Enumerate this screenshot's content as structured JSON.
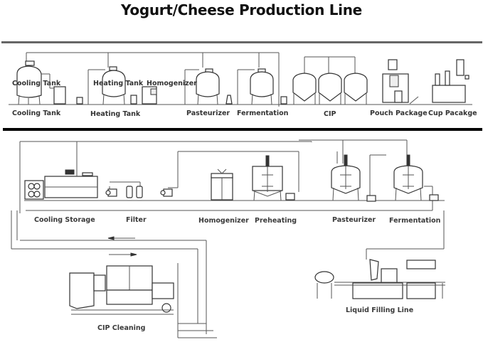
{
  "title": "Yogurt/Cheese Production Line",
  "top_section": {
    "overlay_labels": [
      "Cooling Tank",
      "Heating Tank",
      "Homogenizer"
    ],
    "equipment_labels": [
      "Cooling Tank",
      "Heating Tank",
      "Pasteurizer",
      "Fermentation",
      "CIP",
      "Pouch Package",
      "Cup Pacakge"
    ]
  },
  "bottom_section": {
    "equipment_labels": [
      "Cooling Storage",
      "Filter",
      "Homogenizer",
      "Preheating",
      "Pasteurizer",
      "Fermentation"
    ],
    "cip_label": "CIP Cleaning",
    "filling_label": "Liquid Filling Line"
  },
  "colors": {
    "divider_top": "#666666",
    "divider_bottom": "#000000",
    "text": "#333333"
  }
}
